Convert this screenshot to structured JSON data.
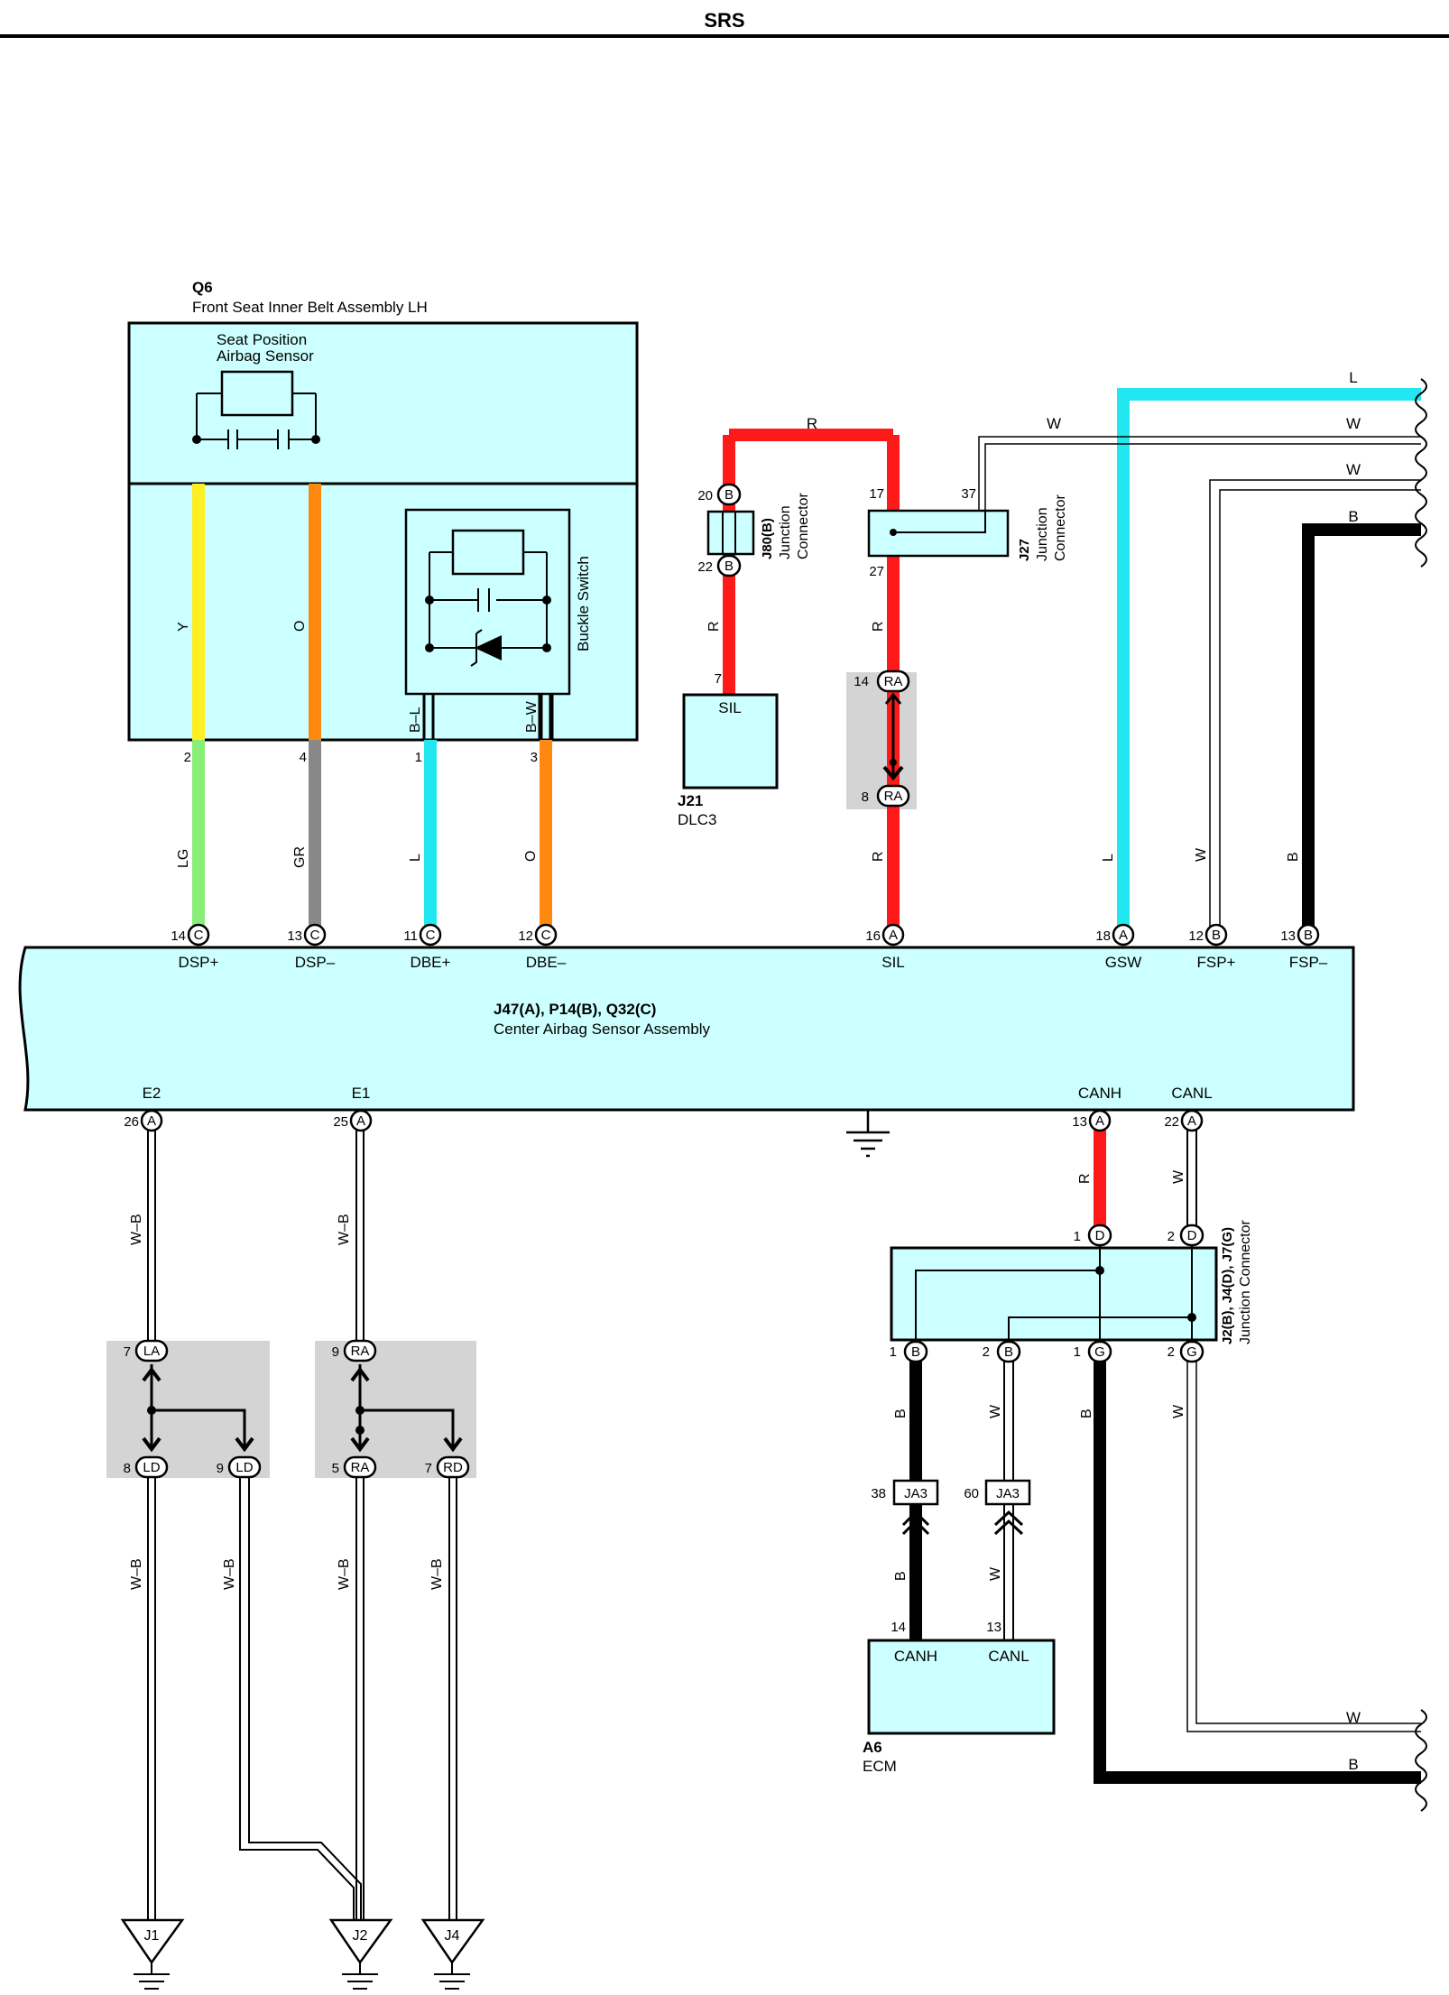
{
  "header": {
    "title": "SRS"
  },
  "components": {
    "q6": {
      "code": "Q6",
      "name": "Front Seat Inner Belt Assembly LH",
      "seat_sensor_line1": "Seat Position",
      "seat_sensor_line2": "Airbag Sensor",
      "buckle": "Buckle Switch"
    },
    "j80": {
      "code": "J80(B)",
      "line1": "Junction",
      "line2": "Connector"
    },
    "j27": {
      "code": "J27",
      "line1": "Junction",
      "line2": "Connector"
    },
    "j21": {
      "code": "J21",
      "name": "DLC3",
      "pin_label": "SIL"
    },
    "center": {
      "code": "J47(A), P14(B), Q32(C)",
      "name": "Center Airbag Sensor Assembly"
    },
    "jct": {
      "code": "J2(B), J4(D), J7(G)",
      "name": "Junction Connector"
    },
    "a6": {
      "code": "A6",
      "name": "ECM",
      "canh": "CANH",
      "canl": "CANL"
    },
    "grounds": [
      "J1",
      "J2",
      "J4"
    ]
  },
  "terminals": {
    "dspp": {
      "num": "14",
      "conn": "C",
      "label": "DSP+"
    },
    "dspm": {
      "num": "13",
      "conn": "C",
      "label": "DSP–"
    },
    "dbep": {
      "num": "11",
      "conn": "C",
      "label": "DBE+"
    },
    "dbem": {
      "num": "12",
      "conn": "C",
      "label": "DBE–"
    },
    "sil": {
      "num": "16",
      "conn": "A",
      "label": "SIL"
    },
    "gsw": {
      "num": "18",
      "conn": "A",
      "label": "GSW"
    },
    "fspp": {
      "num": "12",
      "conn": "B",
      "label": "FSP+"
    },
    "fspm": {
      "num": "13",
      "conn": "B",
      "label": "FSP–"
    },
    "e2": {
      "num": "26",
      "conn": "A",
      "label": "E2"
    },
    "e1": {
      "num": "25",
      "conn": "A",
      "label": "E1"
    },
    "canh": {
      "num": "13",
      "conn": "A",
      "label": "CANH"
    },
    "canl": {
      "num": "22",
      "conn": "A",
      "label": "CANL"
    }
  },
  "pins": {
    "q6_2": "2",
    "q6_4": "4",
    "q6_1": "1",
    "q6_3": "3",
    "j80_20": "20",
    "j80_22": "22",
    "j80_conn": "B",
    "j27_17": "17",
    "j27_37": "37",
    "j27_27": "27",
    "j21_7": "7",
    "ra14": "14",
    "ra8": "8",
    "ra": "RA",
    "la7": "7",
    "la": "LA",
    "ld8": "8",
    "ld9": "9",
    "ld": "LD",
    "ra9": "9",
    "ra5": "5",
    "rd7": "7",
    "rd": "RD",
    "d1": "1",
    "d2": "2",
    "d": "D",
    "b1": "1",
    "b2": "2",
    "bconn": "B",
    "g1": "1",
    "g2": "2",
    "gconn": "G",
    "ja3_38": "38",
    "ja3_60": "60",
    "ja3": "JA3",
    "a6_14": "14",
    "a6_13": "13"
  },
  "wires": {
    "Y": "Y",
    "O": "O",
    "LG": "LG",
    "GR": "GR",
    "L": "L",
    "BL": "B–L",
    "BW": "B–W",
    "R": "R",
    "W": "W",
    "B": "B",
    "WB": "W–B"
  },
  "colors": {
    "red": "#ff1a1a",
    "cyan": "#22e6f0",
    "yellow": "#ffee22",
    "orange": "#ff8811",
    "lightgreen": "#88ee77",
    "gray": "#888888",
    "black": "#000000",
    "box": "#ccffff"
  }
}
